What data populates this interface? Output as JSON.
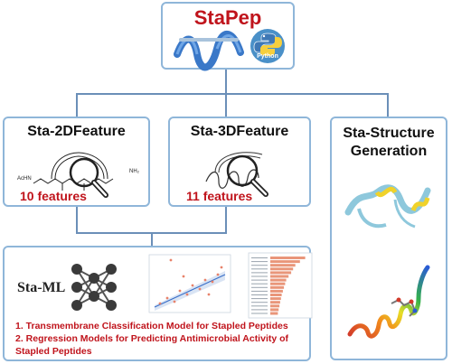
{
  "header": {
    "title": "StaPep",
    "python_label": "Python"
  },
  "modules": {
    "feat2d": {
      "title": "Sta-2DFeature",
      "count_label": "10 features",
      "acnh": "AcHN",
      "nh2": "NH₂"
    },
    "feat3d": {
      "title": "Sta-3DFeature",
      "count_label": "11 features"
    },
    "structure": {
      "title_line1": "Sta-Structure",
      "title_line2": "Generation"
    },
    "ml": {
      "title": "Sta-ML",
      "items": [
        "1. Transmembrane Classification Model for Stapled Peptides",
        "2. Regression Models for Predicting Antimicrobial Activity of",
        "Stapled Peptides"
      ]
    }
  },
  "colors": {
    "border": "#8fb6d9",
    "accent_red": "#c0141c",
    "helix_blue": "#3a78c8",
    "python_blue": "#3f78b5",
    "python_yellow": "#f6cf3d"
  },
  "importance_bars": [
    0.92,
    0.78,
    0.66,
    0.6,
    0.55,
    0.48,
    0.42,
    0.39,
    0.36,
    0.33,
    0.3,
    0.28,
    0.26,
    0.24,
    0.22,
    0.2
  ]
}
